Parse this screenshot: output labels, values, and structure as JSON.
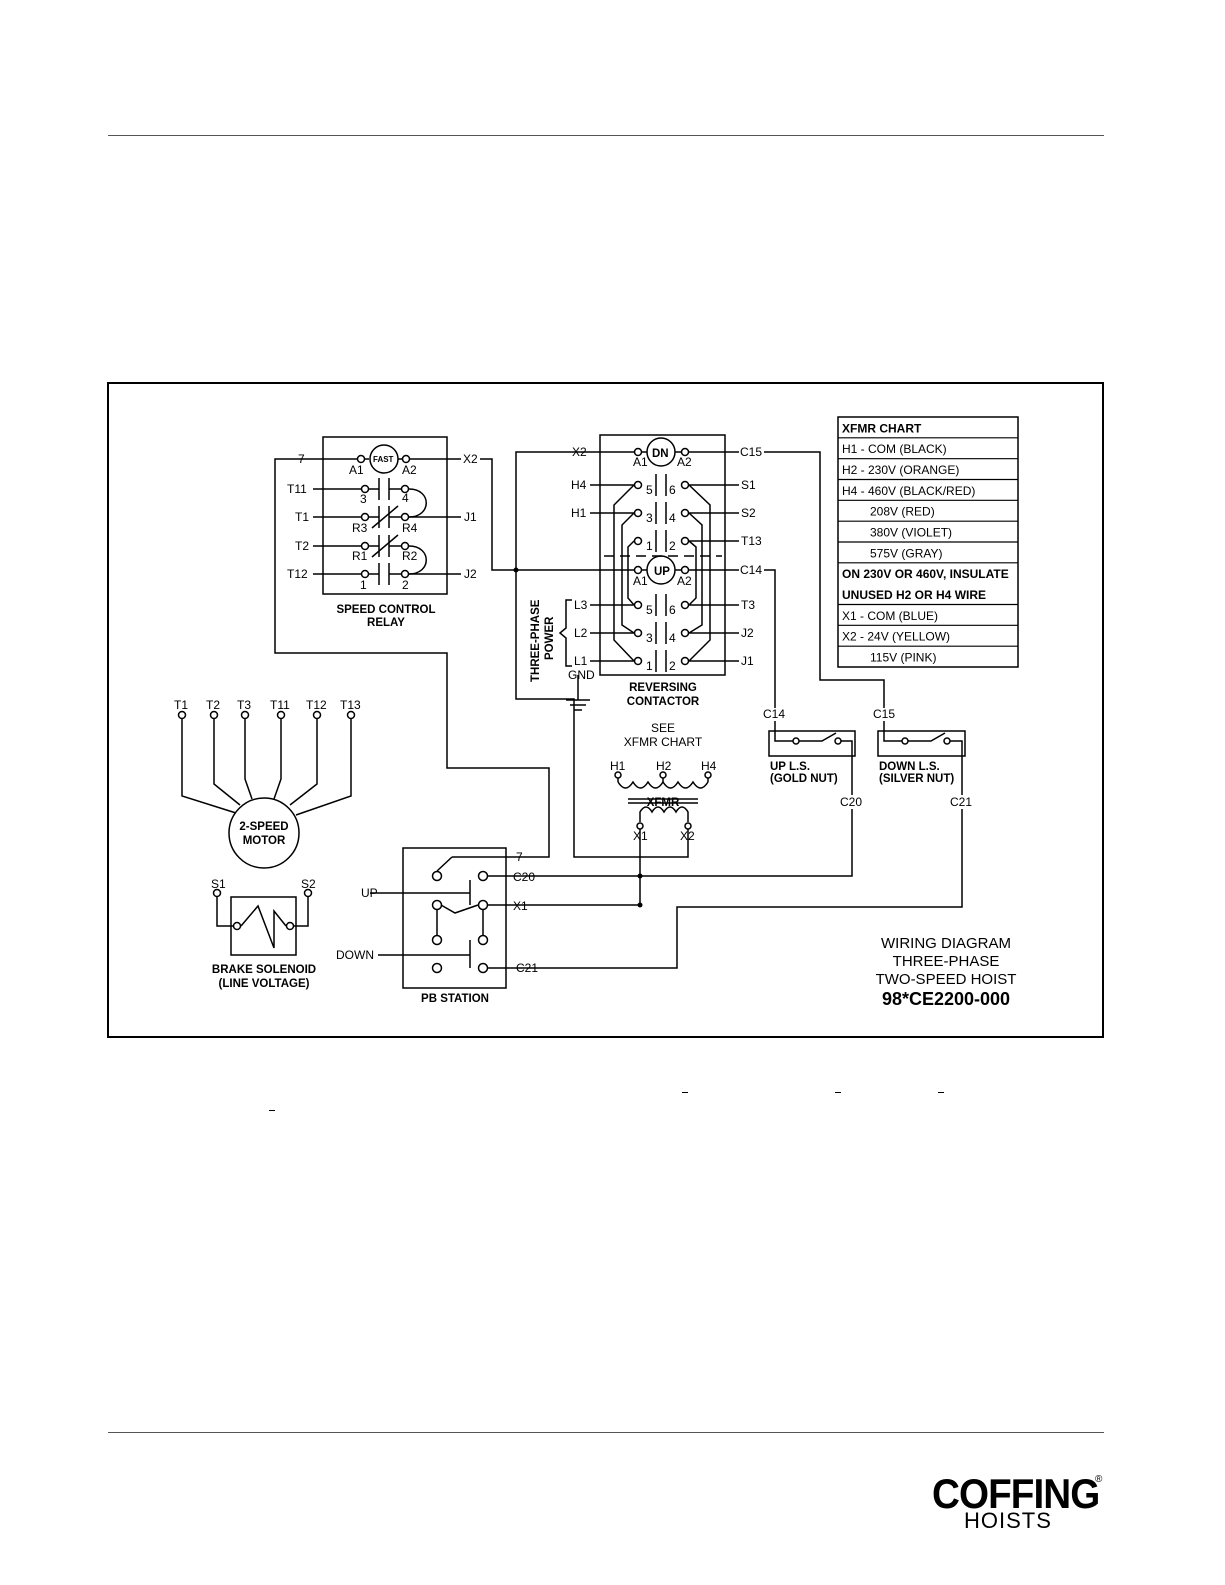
{
  "labels": {
    "relay": {
      "coil": "FAST",
      "a1": "A1",
      "a2": "A2",
      "c3": "3",
      "c4": "4",
      "r3": "R3",
      "r4": "R4",
      "r1": "R1",
      "r2": "R2",
      "c1": "1",
      "c2": "2",
      "w7": "7",
      "x2": "X2",
      "t11": "T11",
      "t1": "T1",
      "t2": "T2",
      "t12": "T12",
      "j1": "J1",
      "j2": "J2",
      "title1": "SPEED CONTROL",
      "title2": "RELAY"
    },
    "contactor": {
      "dn": "DN",
      "up": "UP",
      "a1": "A1",
      "a2": "A2",
      "a1b": "A1",
      "a2b": "A2",
      "n5": "5",
      "n6": "6",
      "n3": "3",
      "n4": "4",
      "n1": "1",
      "n2": "2",
      "n5b": "5",
      "n6b": "6",
      "n3b": "3",
      "n4b": "4",
      "n1b": "1",
      "n2b": "2",
      "x2": "X2",
      "h4": "H4",
      "h1": "H1",
      "c15": "C15",
      "s1": "S1",
      "s2": "S2",
      "t13": "T13",
      "c14": "C14",
      "l3": "L3",
      "l2": "L2",
      "l1": "L1",
      "gnd": "GND",
      "t3": "T3",
      "j2": "J2",
      "j1": "J1",
      "power1": "THREE-PHASE",
      "power2": "POWER",
      "title1": "REVERSING",
      "title2": "CONTACTOR"
    },
    "motor": {
      "t1": "T1",
      "t2": "T2",
      "t3": "T3",
      "t11": "T11",
      "t12": "T12",
      "t13": "T13",
      "name1": "2-SPEED",
      "name2": "MOTOR"
    },
    "brake": {
      "s1": "S1",
      "s2": "S2",
      "title1": "BRAKE SOLENOID",
      "title2": "(LINE VOLTAGE)"
    },
    "pb": {
      "up": "UP",
      "down": "DOWN",
      "w7": "7",
      "c20": "C20",
      "x1": "X1",
      "c21": "C21",
      "title": "PB STATION"
    },
    "xfmr": {
      "see1": "SEE",
      "see2": "XFMR CHART",
      "h1": "H1",
      "h2": "H2",
      "h4": "H4",
      "name": "XFMR",
      "x1": "X1",
      "x2": "X2"
    },
    "limits": {
      "c14": "C14",
      "c15": "C15",
      "c20": "C20",
      "c21": "C21",
      "up1": "UP L.S.",
      "up2": "(GOLD NUT)",
      "down1": "DOWN L.S.",
      "down2": "(SILVER NUT)"
    },
    "title": {
      "l1": "WIRING DIAGRAM",
      "l2": "THREE-PHASE",
      "l3": "TWO-SPEED HOIST",
      "l4": "98*CE2200-000"
    }
  },
  "xfmr_chart": {
    "rows": [
      "XFMR CHART",
      "H1 - COM (BLACK)",
      "H2 - 230V (ORANGE)",
      "H4 - 460V (BLACK/RED)",
      "208V (RED)",
      "380V (VIOLET)",
      "575V (GRAY)",
      "ON 230V OR 460V, INSULATE",
      "UNUSED H2 OR H4 WIRE",
      "X1 - COM (BLUE)",
      "X2 - 24V (YELLOW)",
      "115V (PINK)"
    ]
  },
  "logo": {
    "brand": "COFFING",
    "reg": "®",
    "sub": "HOISTS"
  }
}
